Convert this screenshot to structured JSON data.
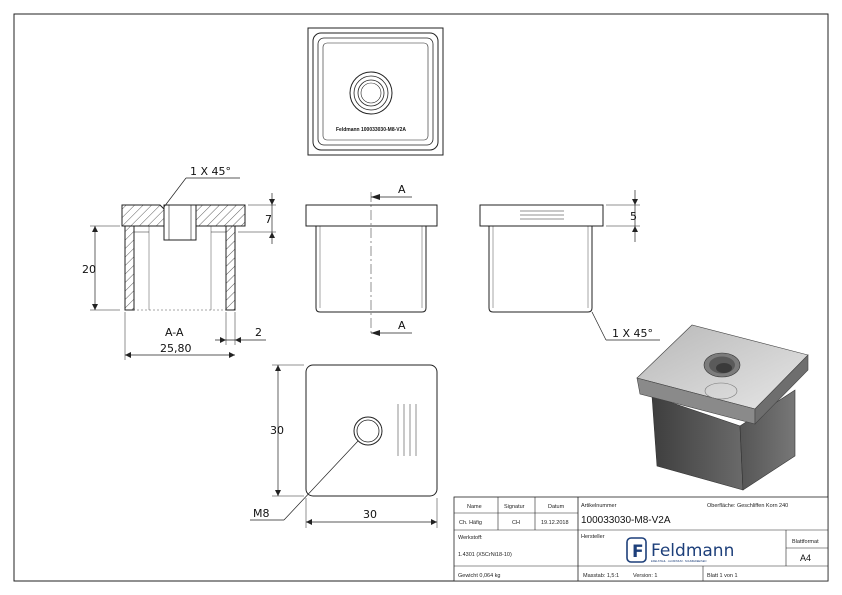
{
  "views": {
    "top_engraving": "Feldmann 100033030-M8-V2A"
  },
  "dimensions": {
    "chamfer_top": "1 X 45°",
    "chamfer_side": "1 X 45°",
    "height_total": "20",
    "cap_height": "7",
    "cap_height_side": "5",
    "section_label": "A-A",
    "inner_width": "25,80",
    "wall": "2",
    "section_marker": "A",
    "bottom_height": "30",
    "bottom_width": "30",
    "thread": "M8"
  },
  "title_block": {
    "header_name": "Name",
    "header_signature": "Signatur",
    "header_date": "Datum",
    "row_name": "Ch. Häfig",
    "row_signature": "CH",
    "row_date": "19.12.2018",
    "article_label": "Artikelnummer",
    "surface_label": "Oberfläche: Geschliffen Korn 240",
    "article_number": "100033030-M8-V2A",
    "material_label": "Werkstoff:",
    "material_value": "1.4301 (X5CrNi18-10)",
    "manufacturer_label": "Hersteller",
    "logo_letter": "F",
    "logo_name": "Feldmann",
    "logo_tagline": "EDELSTAHL · ALUMINIUM · SCHMIEDEEISEN",
    "sheet_format_label": "Blattformat",
    "sheet_format_value": "A4",
    "weight": "Gewicht 0,064 kg",
    "scale": "Masstab: 1,5:1",
    "version": "Version: 1",
    "sheet": "Blatt 1 von 1"
  }
}
